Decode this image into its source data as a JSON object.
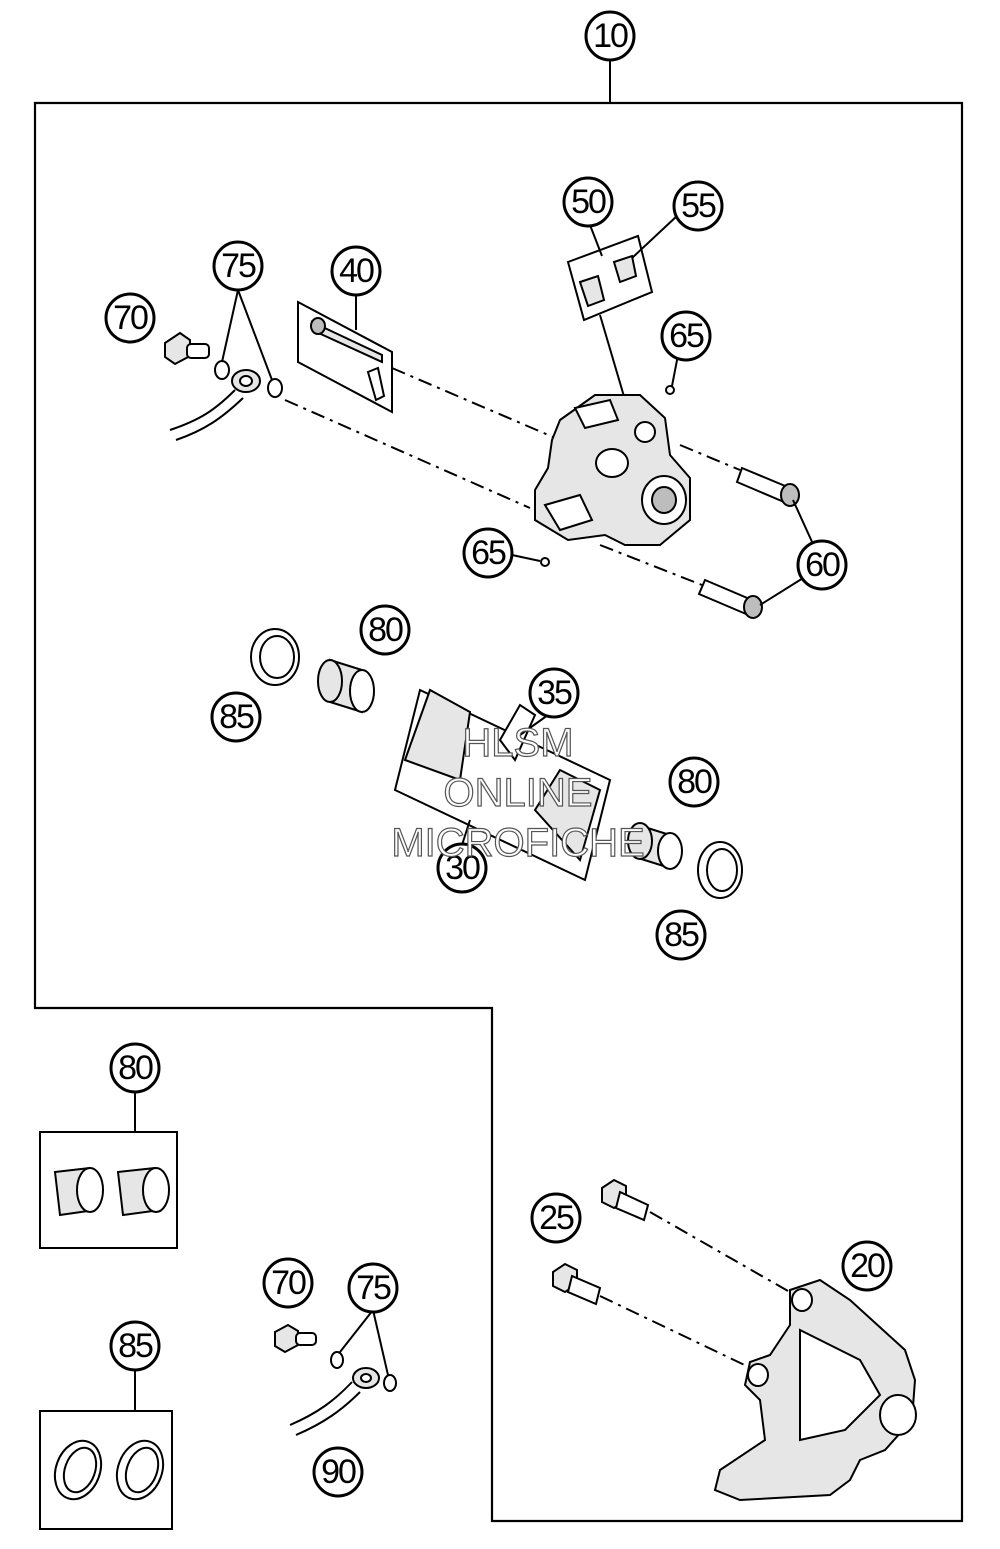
{
  "callouts": {
    "c10": "10",
    "c50": "50",
    "c55": "55",
    "c75a": "75",
    "c40": "40",
    "c70a": "70",
    "c65a": "65",
    "c65b": "65",
    "c60": "60",
    "c80a": "80",
    "c85a": "85",
    "c35": "35",
    "c80b": "80",
    "c30": "30",
    "c85b": "85",
    "c80c": "80",
    "c85c": "85",
    "c25": "25",
    "c20": "20",
    "c70b": "70",
    "c75b": "75",
    "c90": "90"
  },
  "watermark": {
    "line1": "HLSM",
    "line2": "ONLINE",
    "line3": "MICROFICHE"
  },
  "colors": {
    "line": "#000000",
    "background": "#ffffff",
    "part_fill": "#e6e6e6"
  }
}
